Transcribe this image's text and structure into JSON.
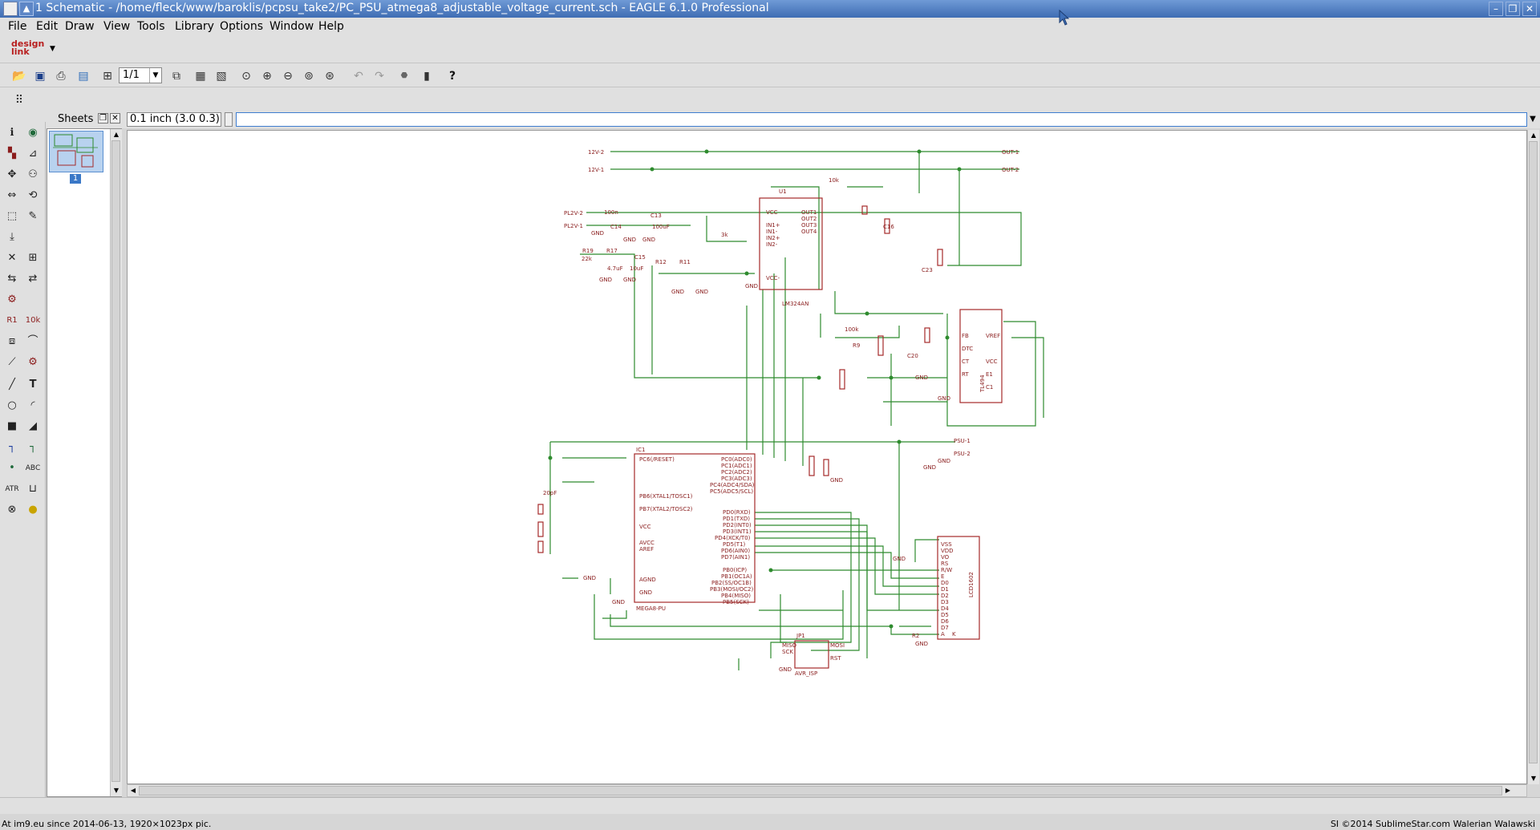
{
  "titlebar": {
    "title": "1 Schematic - /home/fleck/www/baroklis/pcpsu_take2/PC_PSU_atmega8_adjustable_voltage_current.sch - EAGLE 6.1.0 Professional"
  },
  "menu": [
    "File",
    "Edit",
    "Draw",
    "View",
    "Tools",
    "Library",
    "Options",
    "Window",
    "Help"
  ],
  "logo": "design link",
  "toolbar": {
    "sheet_select": "1/1"
  },
  "sheets_panel": {
    "title": "Sheets",
    "thumbnail_number": "1"
  },
  "command_bar": {
    "grid": "0.1 inch (3.0 0.3)",
    "input_value": ""
  },
  "schematic": {
    "labels": {
      "p12v_2": "12V-2",
      "p12v_1": "12V-1",
      "out1": "OUT-1",
      "out2": "OUT-2",
      "pl2v_2": "PL2V-2",
      "pl2v_1": "PL2V-1",
      "psu1": "PSU-1",
      "psu2": "PSU-2",
      "u1": "U1",
      "lm324": "LM324AN",
      "tl494": "TL494",
      "ic1": "IC1",
      "mega8": "MEGA8-PU",
      "lcd": "LCD1602",
      "jp1": "JP1",
      "avr": "AVR_ISP",
      "gnd": "GND",
      "r19": "R19",
      "r17": "R17",
      "r12": "R12",
      "r11": "R11",
      "r9": "R9",
      "r2": "R2",
      "c13": "C13",
      "c14": "C14",
      "c15": "C15",
      "c23": "C23",
      "c20": "C20",
      "c16": "C16",
      "v100n": "100n",
      "v100u": "100uF",
      "v22k": "22k",
      "v4u7": "4.7uF",
      "v10u": "10uF",
      "v10k": "10k",
      "v100k": "100k",
      "v3k": "3k",
      "v20p": "20pF",
      "vcc": "VCC",
      "avcc": "AVCC",
      "aref": "AREF",
      "agnd": "AGND",
      "pc6": "PC6(/RESET)",
      "pb6": "PB6(XTAL1/TOSC1)",
      "pb7": "PB7(XTAL2/TOSC2)",
      "pc0": "PC0(ADC0)",
      "pc1": "PC1(ADC1)",
      "pc2": "PC2(ADC2)",
      "pc3": "PC3(ADC3)",
      "pc4": "PC4(ADC4/SDA)",
      "pc5": "PC5(ADC5/SCL)",
      "pd0": "PD0(RXD)",
      "pd1": "PD1(TXD)",
      "pd2": "PD2(INT0)",
      "pd3": "PD3(INT1)",
      "pd4": "PD4(XCK/T0)",
      "pd5": "PD5(T1)",
      "pd6": "PD6(AIN0)",
      "pd7": "PD7(AIN1)",
      "pb0": "PB0(ICP)",
      "pb1": "PB1(OC1A)",
      "pb2": "PB2(SS/OC1B)",
      "pb3": "PB3(MOSI/OC2)",
      "pb4": "PB4(MISO)",
      "pb5": "PB5(SCK)",
      "out1p": "OUT1",
      "out2p": "OUT2",
      "out3p": "OUT3",
      "out4p": "OUT4",
      "in1p": "IN1+",
      "in1n": "IN1-",
      "in2p": "IN2+",
      "in2n": "IN2-",
      "vccm": "VCC-",
      "ft": "FB",
      "dtc": "DTC",
      "ct": "CT",
      "rt": "RT",
      "ref": "VREF",
      "e1": "E1",
      "c1": "C1",
      "vss": "VSS",
      "vdd": "VDD",
      "vo": "VO",
      "rs": "RS",
      "rw": "R/W",
      "e": "E",
      "d0": "D0",
      "d1": "D1",
      "d2": "D2",
      "d3": "D3",
      "d4": "D4",
      "d5": "D5",
      "d6": "D6",
      "d7": "D7",
      "a": "A",
      "k": "K",
      "miso": "MISO",
      "sck": "SCK",
      "mosi": "MOSI",
      "rst": "RST"
    }
  },
  "footer": {
    "left": "At im9.eu since 2014-06-13, 1920×1023px pic.",
    "right": "SI ©2014 SublimeStar.com Walerian Walawski"
  },
  "colors": {
    "wire": "#2e8b2e",
    "part": "#a52a2a",
    "title_bg": "#4a7cc4"
  }
}
